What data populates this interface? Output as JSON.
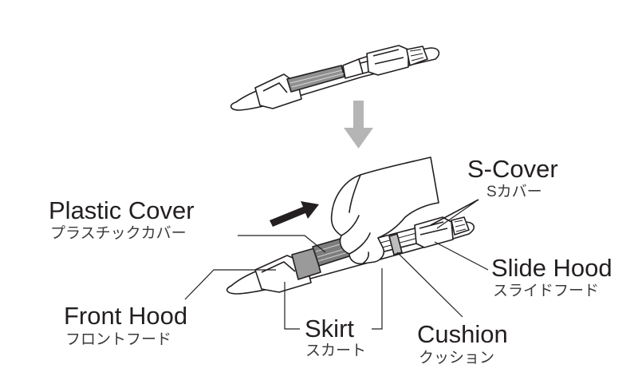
{
  "labels": {
    "s_cover": {
      "en": "S-Cover",
      "jp": "Sカバー"
    },
    "plastic_cover": {
      "en": "Plastic Cover",
      "jp": "プラスチックカバー"
    },
    "slide_hood": {
      "en": "Slide Hood",
      "jp": "スライドフード"
    },
    "front_hood": {
      "en": "Front Hood",
      "jp": "フロントフード"
    },
    "skirt": {
      "en": "Skirt",
      "jp": "スカート"
    },
    "cushion": {
      "en": "Cushion",
      "jp": "クッション"
    }
  },
  "colors": {
    "line": "#231f20",
    "step_arrow": "#b5b5b5",
    "push_arrow": "#231f20",
    "plastic_band": "#8f8f8f"
  }
}
